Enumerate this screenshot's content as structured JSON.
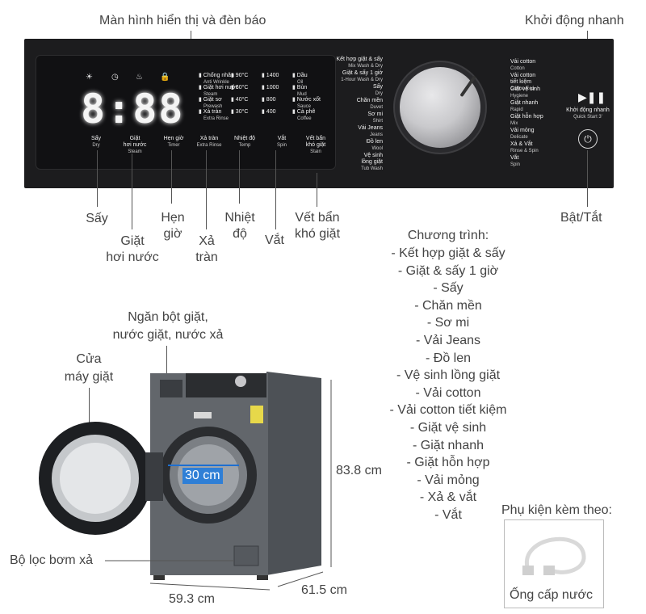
{
  "callouts": {
    "display": "Màn hình hiển thị và đèn báo",
    "quick_start": "Khởi động nhanh",
    "dry": "Sấy",
    "steam_wash_1": "Giặt",
    "steam_wash_2": "hơi nước",
    "timer_1": "Hẹn",
    "timer_2": "giờ",
    "extra_rinse_1": "Xả",
    "extra_rinse_2": "tràn",
    "temp_1": "Nhiệt",
    "temp_2": "độ",
    "spin": "Vắt",
    "stain_1": "Vết bẩn",
    "stain_2": "khó giặt",
    "power": "Bật/Tắt"
  },
  "programs": {
    "heading": "Chương trình:",
    "items": [
      "- Kết hợp giặt & sấy",
      "- Giặt & sấy 1 giờ",
      "- Sấy",
      "- Chăn mền",
      "- Sơ mi",
      "- Vải Jeans",
      "- Đồ len",
      "- Vệ sinh lồng giặt",
      "- Vải cotton",
      "- Vải cotton tiết kiệm",
      "- Giặt vệ sinh",
      "- Giặt nhanh",
      "- Giặt hỗn hợp",
      "- Vải mỏng",
      "- Xả & vắt",
      "- Vắt"
    ]
  },
  "panel": {
    "clock": "8:88",
    "options_col1": [
      {
        "main": "Chống nhăn",
        "sub": "Anti Wrinkle"
      },
      {
        "main": "Giặt hơi nước",
        "sub": "Steam"
      },
      {
        "main": "Giặt sơ",
        "sub": "Prewash"
      },
      {
        "main": "Xả tràn",
        "sub": "Extra Rinse"
      }
    ],
    "temps": [
      "90°C",
      "60°C",
      "40°C",
      "30°C"
    ],
    "spins": [
      "1400",
      "1000",
      "800",
      "400"
    ],
    "stains": [
      {
        "main": "Dầu",
        "sub": "Oil"
      },
      {
        "main": "Bùn",
        "sub": "Mud"
      },
      {
        "main": "Nước xốt",
        "sub": "Sauce"
      },
      {
        "main": "Cà phê",
        "sub": "Coffee"
      }
    ],
    "buttons": [
      {
        "main": "Sấy",
        "sub": "Dry"
      },
      {
        "main": "Giặt",
        "main2": "hơi nước",
        "sub": "Steam"
      },
      {
        "main": "Hẹn giờ",
        "sub": "Timer"
      },
      {
        "main": "Xả tràn",
        "sub": "Extra Rinse"
      },
      {
        "main": "Nhiệt độ",
        "sub": "Temp"
      },
      {
        "main": "Vắt",
        "sub": "Spin"
      },
      {
        "main": "Vết bẩn",
        "main2": "khó giặt",
        "sub": "Stain"
      }
    ],
    "left_programs": [
      {
        "main": "Kết hợp giặt & sấy",
        "sub": "Mix Wash & Dry"
      },
      {
        "main": "Giặt & sấy 1 giờ",
        "sub": "1-Hour Wash & Dry"
      },
      {
        "main": "Sấy",
        "sub": "Dry"
      },
      {
        "main": "Chăn mền",
        "sub": "Duvet"
      },
      {
        "main": "Sơ mi",
        "sub": "Shirt"
      },
      {
        "main": "Vải Jeans",
        "sub": "Jeans"
      },
      {
        "main": "Đồ len",
        "sub": "Wool"
      },
      {
        "main": "Vệ sinh",
        "main2": "lồng giặt",
        "sub": "Tub Wash"
      }
    ],
    "right_programs": [
      {
        "main": "Vải cotton",
        "sub": "Cotton"
      },
      {
        "main": "Vải cotton",
        "main2": "tiết kiệm",
        "sub": "Cotton Eco"
      },
      {
        "main": "Giặt vệ sinh",
        "sub": "Hygiene"
      },
      {
        "main": "Giặt nhanh",
        "sub": "Rapid"
      },
      {
        "main": "Giặt hỗn hợp",
        "sub": "Mix"
      },
      {
        "main": "Vải mỏng",
        "sub": "Delicate"
      },
      {
        "main": "Xả & Vắt",
        "sub": "Rinse & Spin"
      },
      {
        "main": "Vắt",
        "sub": "Spin"
      }
    ],
    "quick_start": {
      "main": "Khởi động nhanh",
      "sub": "Quick Start 3'"
    }
  },
  "washer": {
    "drawer": "Ngăn bột giặt,",
    "drawer_2": "nước giặt, nước xả",
    "door_1": "Cửa",
    "door_2": "máy giặt",
    "drum": "30 cm",
    "height": "83.8 cm",
    "width": "59.3 cm",
    "depth": "61.5 cm",
    "filter": "Bộ lọc bơm xả"
  },
  "accessory": {
    "heading": "Phụ kiện kèm theo:",
    "item": "Ống cấp nước"
  },
  "colors": {
    "panel": "#1c1c1e",
    "washer": "#5d6166",
    "drum_tag": "#2f7fd6"
  }
}
